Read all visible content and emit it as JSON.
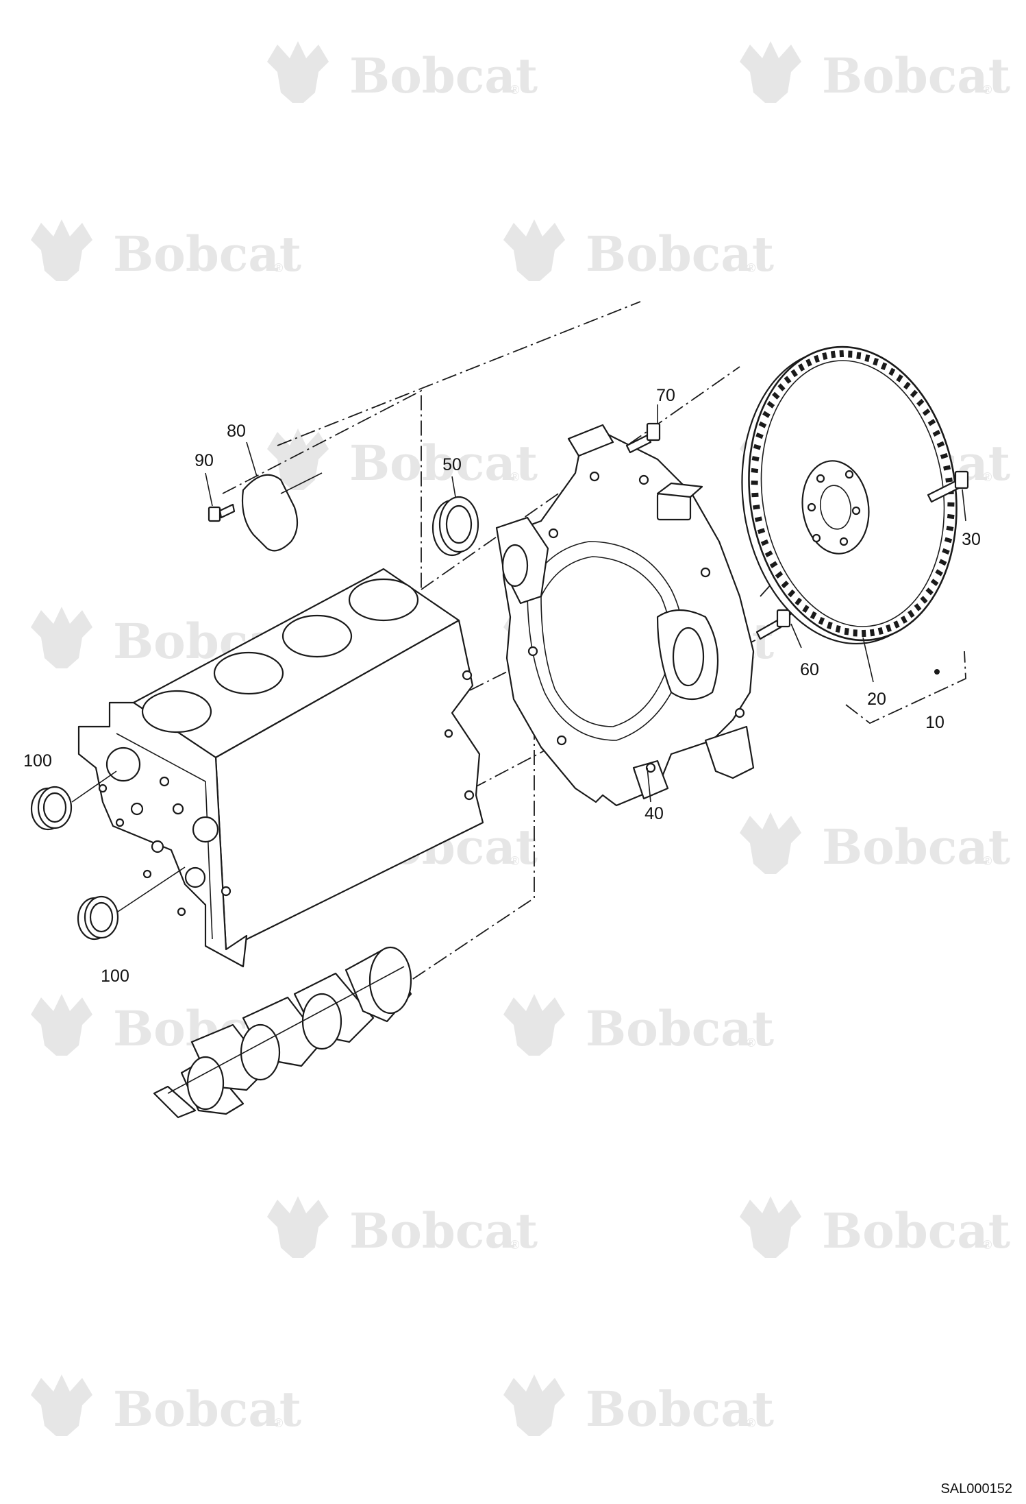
{
  "watermark": {
    "brand": "Bobcat",
    "mark": "®",
    "icon": "bobcat-head-icon"
  },
  "callouts": [
    {
      "id": "c10",
      "text": "10"
    },
    {
      "id": "c20",
      "text": "20"
    },
    {
      "id": "c30",
      "text": "30"
    },
    {
      "id": "c40",
      "text": "40"
    },
    {
      "id": "c50",
      "text": "50"
    },
    {
      "id": "c60",
      "text": "60"
    },
    {
      "id": "c70",
      "text": "70"
    },
    {
      "id": "c80",
      "text": "80"
    },
    {
      "id": "c90",
      "text": "90"
    },
    {
      "id": "c100a",
      "text": "100"
    },
    {
      "id": "c100b",
      "text": "100"
    }
  ],
  "reference_code": "SAL000152"
}
